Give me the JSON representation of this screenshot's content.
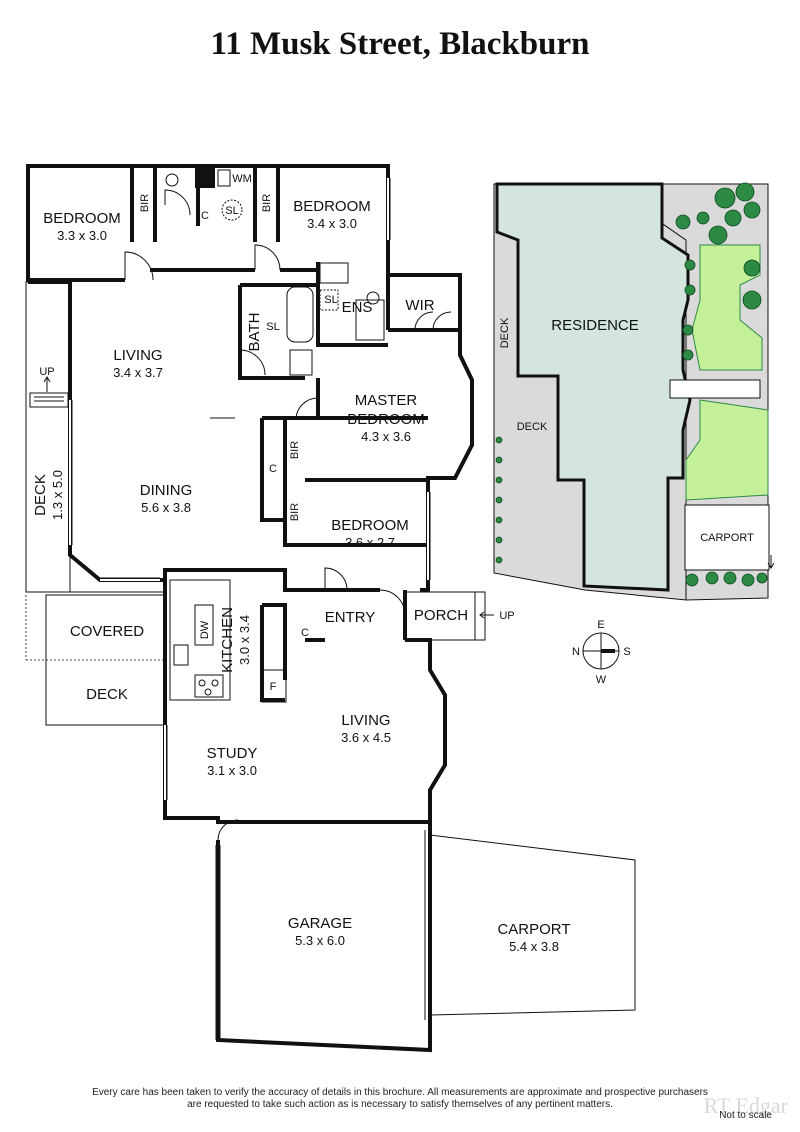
{
  "title": "11 Musk Street, Blackburn",
  "rooms": {
    "bedroom1": {
      "name": "BEDROOM",
      "dims": "3.3 x 3.0"
    },
    "bedroom2": {
      "name": "BEDROOM",
      "dims": "3.4 x 3.0"
    },
    "bedroom3": {
      "name": "BEDROOM",
      "dims": "3.6 x 2.7"
    },
    "master": {
      "name": "MASTER",
      "name2": "BEDROOM",
      "dims": "4.3 x 3.6"
    },
    "living1": {
      "name": "LIVING",
      "dims": "3.4 x 3.7"
    },
    "living2": {
      "name": "LIVING",
      "dims": "3.6 x 4.5"
    },
    "dining": {
      "name": "DINING",
      "dims": "5.6 x 3.8"
    },
    "kitchen": {
      "name": "KITCHEN",
      "dims": "3.0 x 3.4"
    },
    "study": {
      "name": "STUDY",
      "dims": "3.1 x 3.0"
    },
    "deck": {
      "name": "DECK",
      "dims": "1.3 x 5.0"
    },
    "garage": {
      "name": "GARAGE",
      "dims": "5.3 x 6.0"
    },
    "carport": {
      "name": "CARPORT",
      "dims": "5.4 x 3.8"
    },
    "bath": {
      "name": "BATH"
    },
    "ens": {
      "name": "ENS"
    },
    "wir": {
      "name": "WIR"
    },
    "entry": {
      "name": "ENTRY"
    },
    "porch": {
      "name": "PORCH"
    },
    "covered": {
      "name": "COVERED"
    },
    "deck2": {
      "name": "DECK"
    }
  },
  "fixtures": {
    "bir": "BIR",
    "c": "C",
    "sl": "SL",
    "wm": "WM",
    "dw": "DW",
    "f": "F",
    "up": "UP"
  },
  "site": {
    "residence": "RESIDENCE",
    "deck_a": "DECK",
    "deck_b": "DECK",
    "carport": "CARPORT"
  },
  "compass": {
    "n": "N",
    "e": "E",
    "s": "S",
    "w": "W"
  },
  "disclaimer": {
    "line1": "Every care has been taken to verify the accuracy of details in this brochure.  All measurements are approximate and prospective purchasers",
    "line2": "are requested to take such action as is necessary to satisfy themselves of any pertinent matters."
  },
  "not_to_scale": "Not to scale",
  "logo": "RT Edgar",
  "colors": {
    "walls": "#111111",
    "residence": "#d3e5dd",
    "lawn": "#c5f09a",
    "hardstand": "#dadada",
    "shrubs": "#2c8a45"
  }
}
